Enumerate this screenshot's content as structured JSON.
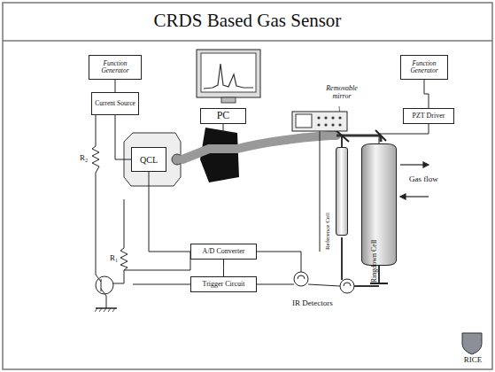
{
  "diagram": {
    "title": "CRDS Based Gas Sensor",
    "nodes": [
      {
        "text": [
          "Function Generator"
        ]
      },
      {
        "text": [
          "Current Source"
        ]
      },
      {
        "text": [
          "PC"
        ]
      },
      {
        "text": [
          "QCL"
        ]
      },
      {
        "text": [
          "Function Generator"
        ]
      },
      {
        "text": [
          "PZT Driver"
        ]
      },
      {
        "text": [
          "Reference Cell"
        ]
      },
      {
        "text": [
          "Ringdown Cell"
        ]
      },
      {
        "text": [
          "A/D Converter"
        ]
      },
      {
        "text": [
          "Trigger Circuit"
        ]
      }
    ],
    "edges": [
      {
        "from": 0,
        "to": 1,
        "arrow": "none"
      },
      {
        "from": 1,
        "to": 3,
        "arrow": "none"
      },
      {
        "from": 4,
        "to": 5,
        "arrow": "none"
      },
      {
        "from": 5,
        "to": 7,
        "arrow": "none"
      },
      {
        "from": 3,
        "to": 8,
        "arrow": "none"
      },
      {
        "from": 8,
        "to": 9,
        "arrow": "none"
      }
    ],
    "labels": [
      "Removable mirror",
      "Gas flow",
      "IR Detectors",
      "R₂",
      "R₁",
      "RICE"
    ]
  }
}
